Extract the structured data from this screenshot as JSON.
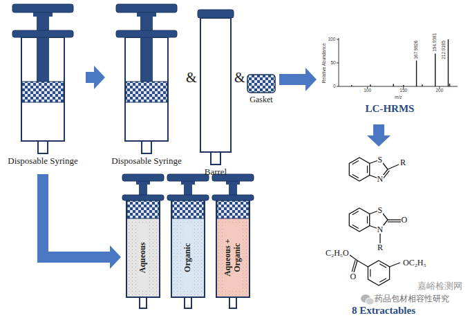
{
  "diagram": {
    "nodes": [
      {
        "text": [
          "Disposable Syringe"
        ]
      },
      {
        "text": [
          "Disposable Syringe"
        ]
      },
      {
        "text": [
          "Barrel"
        ]
      },
      {
        "text": [
          "Gasket"
        ]
      },
      {
        "text": [
          "LC-HRMS"
        ]
      },
      {
        "text": [
          "8 Extractables"
        ]
      },
      {
        "text": [
          "Aqueous"
        ]
      },
      {
        "text": [
          "Organic"
        ]
      },
      {
        "text": [
          "Aqueous + Organic"
        ]
      }
    ],
    "edges": [
      {
        "from": 0,
        "to": 1,
        "arrow": "to"
      },
      {
        "from": 3,
        "to": 4,
        "arrow": "to"
      },
      {
        "from": 4,
        "to": 5,
        "arrow": "to"
      },
      {
        "from": 0,
        "to": 6,
        "arrow": "to"
      }
    ],
    "labels": [
      "&",
      "&",
      "Relative Abundance",
      "100",
      "50",
      "0",
      "100",
      "150",
      "200",
      "m/z",
      "167.9826",
      "194.0081",
      "212.0185",
      "S",
      "N",
      "R",
      "S",
      "N",
      "O",
      "R",
      "C₂H₅O",
      "O",
      "OC₂H₅",
      "嘉峪检测网",
      "药品包材相容性研究"
    ]
  }
}
